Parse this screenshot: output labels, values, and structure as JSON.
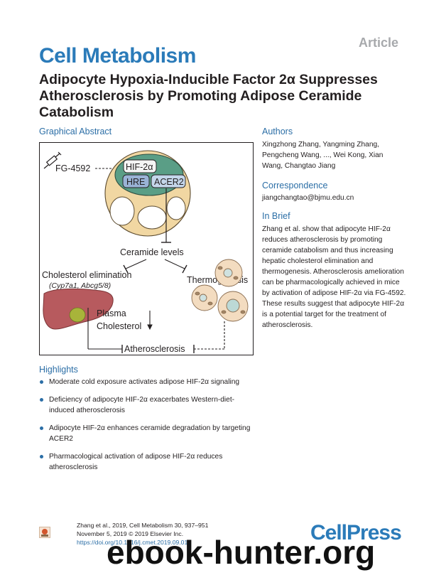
{
  "header": {
    "article_label": "Article",
    "journal": "Cell Metabolism",
    "title": "Adipocyte Hypoxia-Inducible Factor 2α Suppresses Atherosclerosis by Promoting Adipose Ceramide Catabolism"
  },
  "graphical_abstract": {
    "heading": "Graphical Abstract",
    "labels": {
      "drug": "FG-4592",
      "hif": "HIF-2α",
      "hre": "HRE",
      "acer2": "ACER2",
      "ceramide": "Ceramide levels",
      "chol_elim": "Cholesterol elimination",
      "genes": "(Cyp7a1, Abcg5/8)",
      "thermo": "Thermogenesis",
      "plasma": "Plasma",
      "cholesterol": "Cholesterol",
      "athero": "Atherosclerosis"
    },
    "colors": {
      "fat_cell": "#f1d7a2",
      "nucleus": "#5a9e86",
      "hre_box": "#9ab3d6",
      "acer_box": "#c4d6ea",
      "liver": "#b75a5e",
      "gallbladder": "#a8b43a",
      "brown_fat": "#f3dcc0"
    }
  },
  "authors": {
    "heading": "Authors",
    "names": "Xingzhong Zhang, Yangming Zhang, Pengcheng Wang, ..., Wei Kong, Xian Wang, Changtao Jiang"
  },
  "correspondence": {
    "heading": "Correspondence",
    "email": "jiangchangtao@bjmu.edu.cn"
  },
  "in_brief": {
    "heading": "In Brief",
    "text": "Zhang et al. show that adipocyte HIF-2α reduces atherosclerosis by promoting ceramide catabolism and thus increasing hepatic cholesterol elimination and thermogenesis. Atherosclerosis amelioration can be pharmacologically achieved in mice by activation of adipose HIF-2α via FG-4592. These results suggest that adipocyte HIF-2α is a potential target for the treatment of atherosclerosis."
  },
  "highlights": {
    "heading": "Highlights",
    "items": [
      "Moderate cold exposure activates adipose HIF-2α signaling",
      "Deficiency of adipocyte HIF-2α exacerbates Western-diet-induced atherosclerosis",
      "Adipocyte HIF-2α enhances ceramide degradation by targeting ACER2",
      "Pharmacological activation of adipose HIF-2α reduces atherosclerosis"
    ]
  },
  "citation": {
    "line1": "Zhang et al., 2019, Cell Metabolism 30, 937–951",
    "line2": "November 5, 2019 © 2019 Elsevier Inc.",
    "doi": "https://doi.org/10.1016/j.cmet.2019.09.016"
  },
  "publisher_logo": "CellPress",
  "watermark": "ebook-hunter.org",
  "icons": [
    "syringe-icon",
    "liver-icon",
    "adipocyte-icon",
    "elsevier-logo-icon"
  ]
}
